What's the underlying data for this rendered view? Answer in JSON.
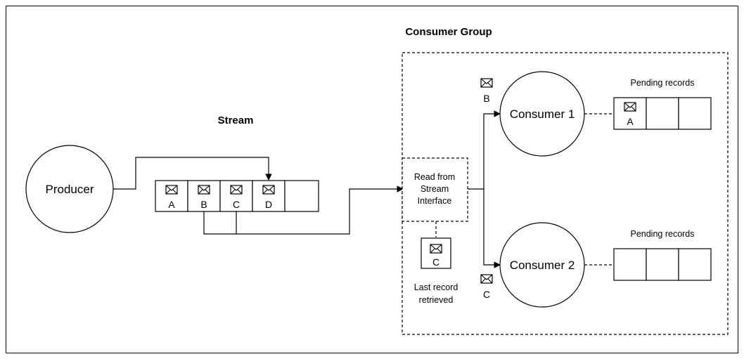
{
  "diagram": {
    "stream_title": "Stream",
    "group_title": "Consumer Group",
    "producer": "Producer",
    "interface_lines": [
      "Read from",
      "Stream",
      "Interface"
    ],
    "consumers": [
      "Consumer 1",
      "Consumer 2"
    ],
    "pending_label_1": "Pending records",
    "pending_label_2": "Pending records",
    "stream_records": [
      "A",
      "B",
      "C",
      "D"
    ],
    "pending_record_1": "A",
    "in_flight_1": "B",
    "in_flight_2": "C",
    "last_record": "C",
    "last_record_caption": [
      "Last record",
      "retrieved"
    ]
  },
  "icons": {
    "message": "envelope-icon"
  },
  "colors": {
    "stroke": "#000000",
    "background": "#ffffff"
  }
}
